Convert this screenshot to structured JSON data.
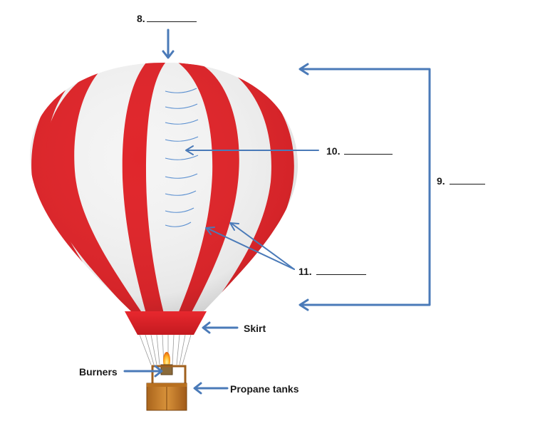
{
  "labels": {
    "q8": "8.",
    "q9": "9.",
    "q10": "10.",
    "q11": "11.",
    "skirt": "Skirt",
    "burners": "Burners",
    "propane_tanks": "Propane tanks"
  },
  "colors": {
    "balloon_red": "#e0262b",
    "balloon_white": "#f4f4f4",
    "arrow_blue": "#4a7ab8",
    "seam_blue": "#5a8fd0",
    "basket": "#c8812c"
  }
}
